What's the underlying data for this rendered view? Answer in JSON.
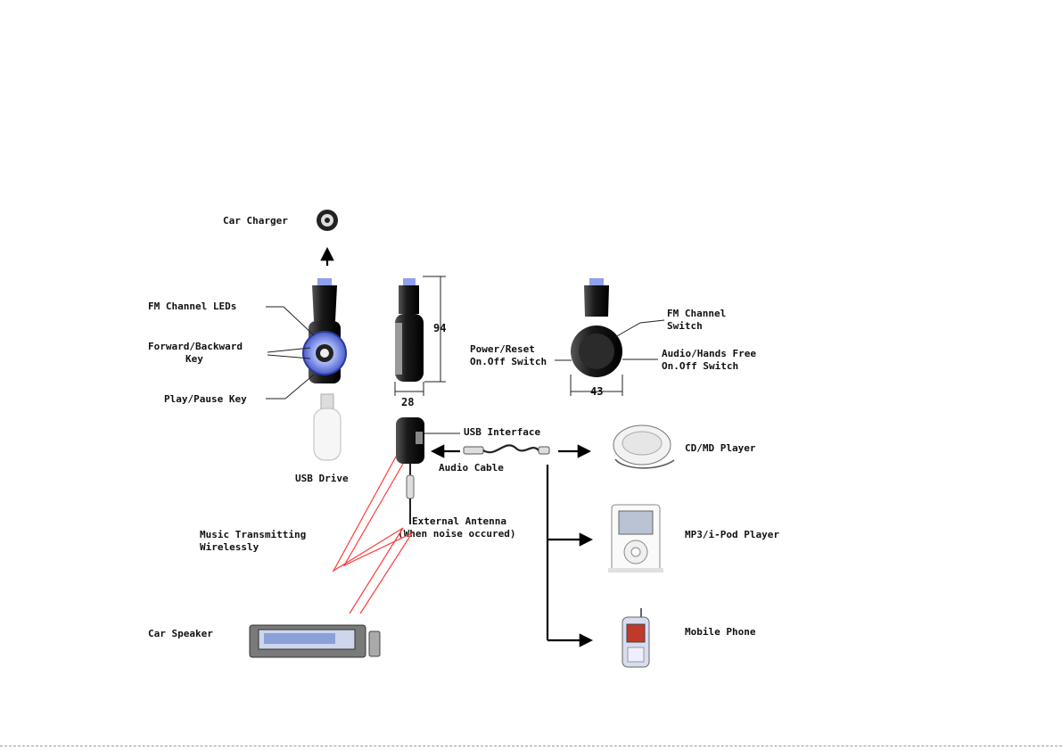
{
  "labels": {
    "car_charger": "Car Charger",
    "fm_channel_leds": "FM Channel LEDs",
    "forward_backward_1": "Forward/Backward",
    "forward_backward_2": "Key",
    "play_pause": "Play/Pause Key",
    "usb_drive": "USB Drive",
    "dim_height": "94",
    "dim_width_side": "28",
    "dim_width_back": "43",
    "power_reset_1": "Power/Reset",
    "power_reset_2": "On.Off Switch",
    "fm_channel_switch_1": "FM Channel",
    "fm_channel_switch_2": "Switch",
    "audio_handsfree_1": "Audio/Hands Free",
    "audio_handsfree_2": "On.Off Switch",
    "usb_interface": "USB Interface",
    "audio_cable": "Audio Cable",
    "cd_md_player": "CD/MD Player",
    "external_antenna_1": "External Antenna",
    "external_antenna_2": "(When noise occured)",
    "music_transmitting_1": "Music Transmitting",
    "music_transmitting_2": "Wirelessly",
    "mp3_player": "MP3/i-Pod Player",
    "car_speaker": "Car Speaker",
    "mobile_phone": "Mobile Phone"
  },
  "colors": {
    "wireless_signal": "#ff3b3b",
    "device_body": "#1c1c1c",
    "led_ring": "#6b7fe0"
  }
}
